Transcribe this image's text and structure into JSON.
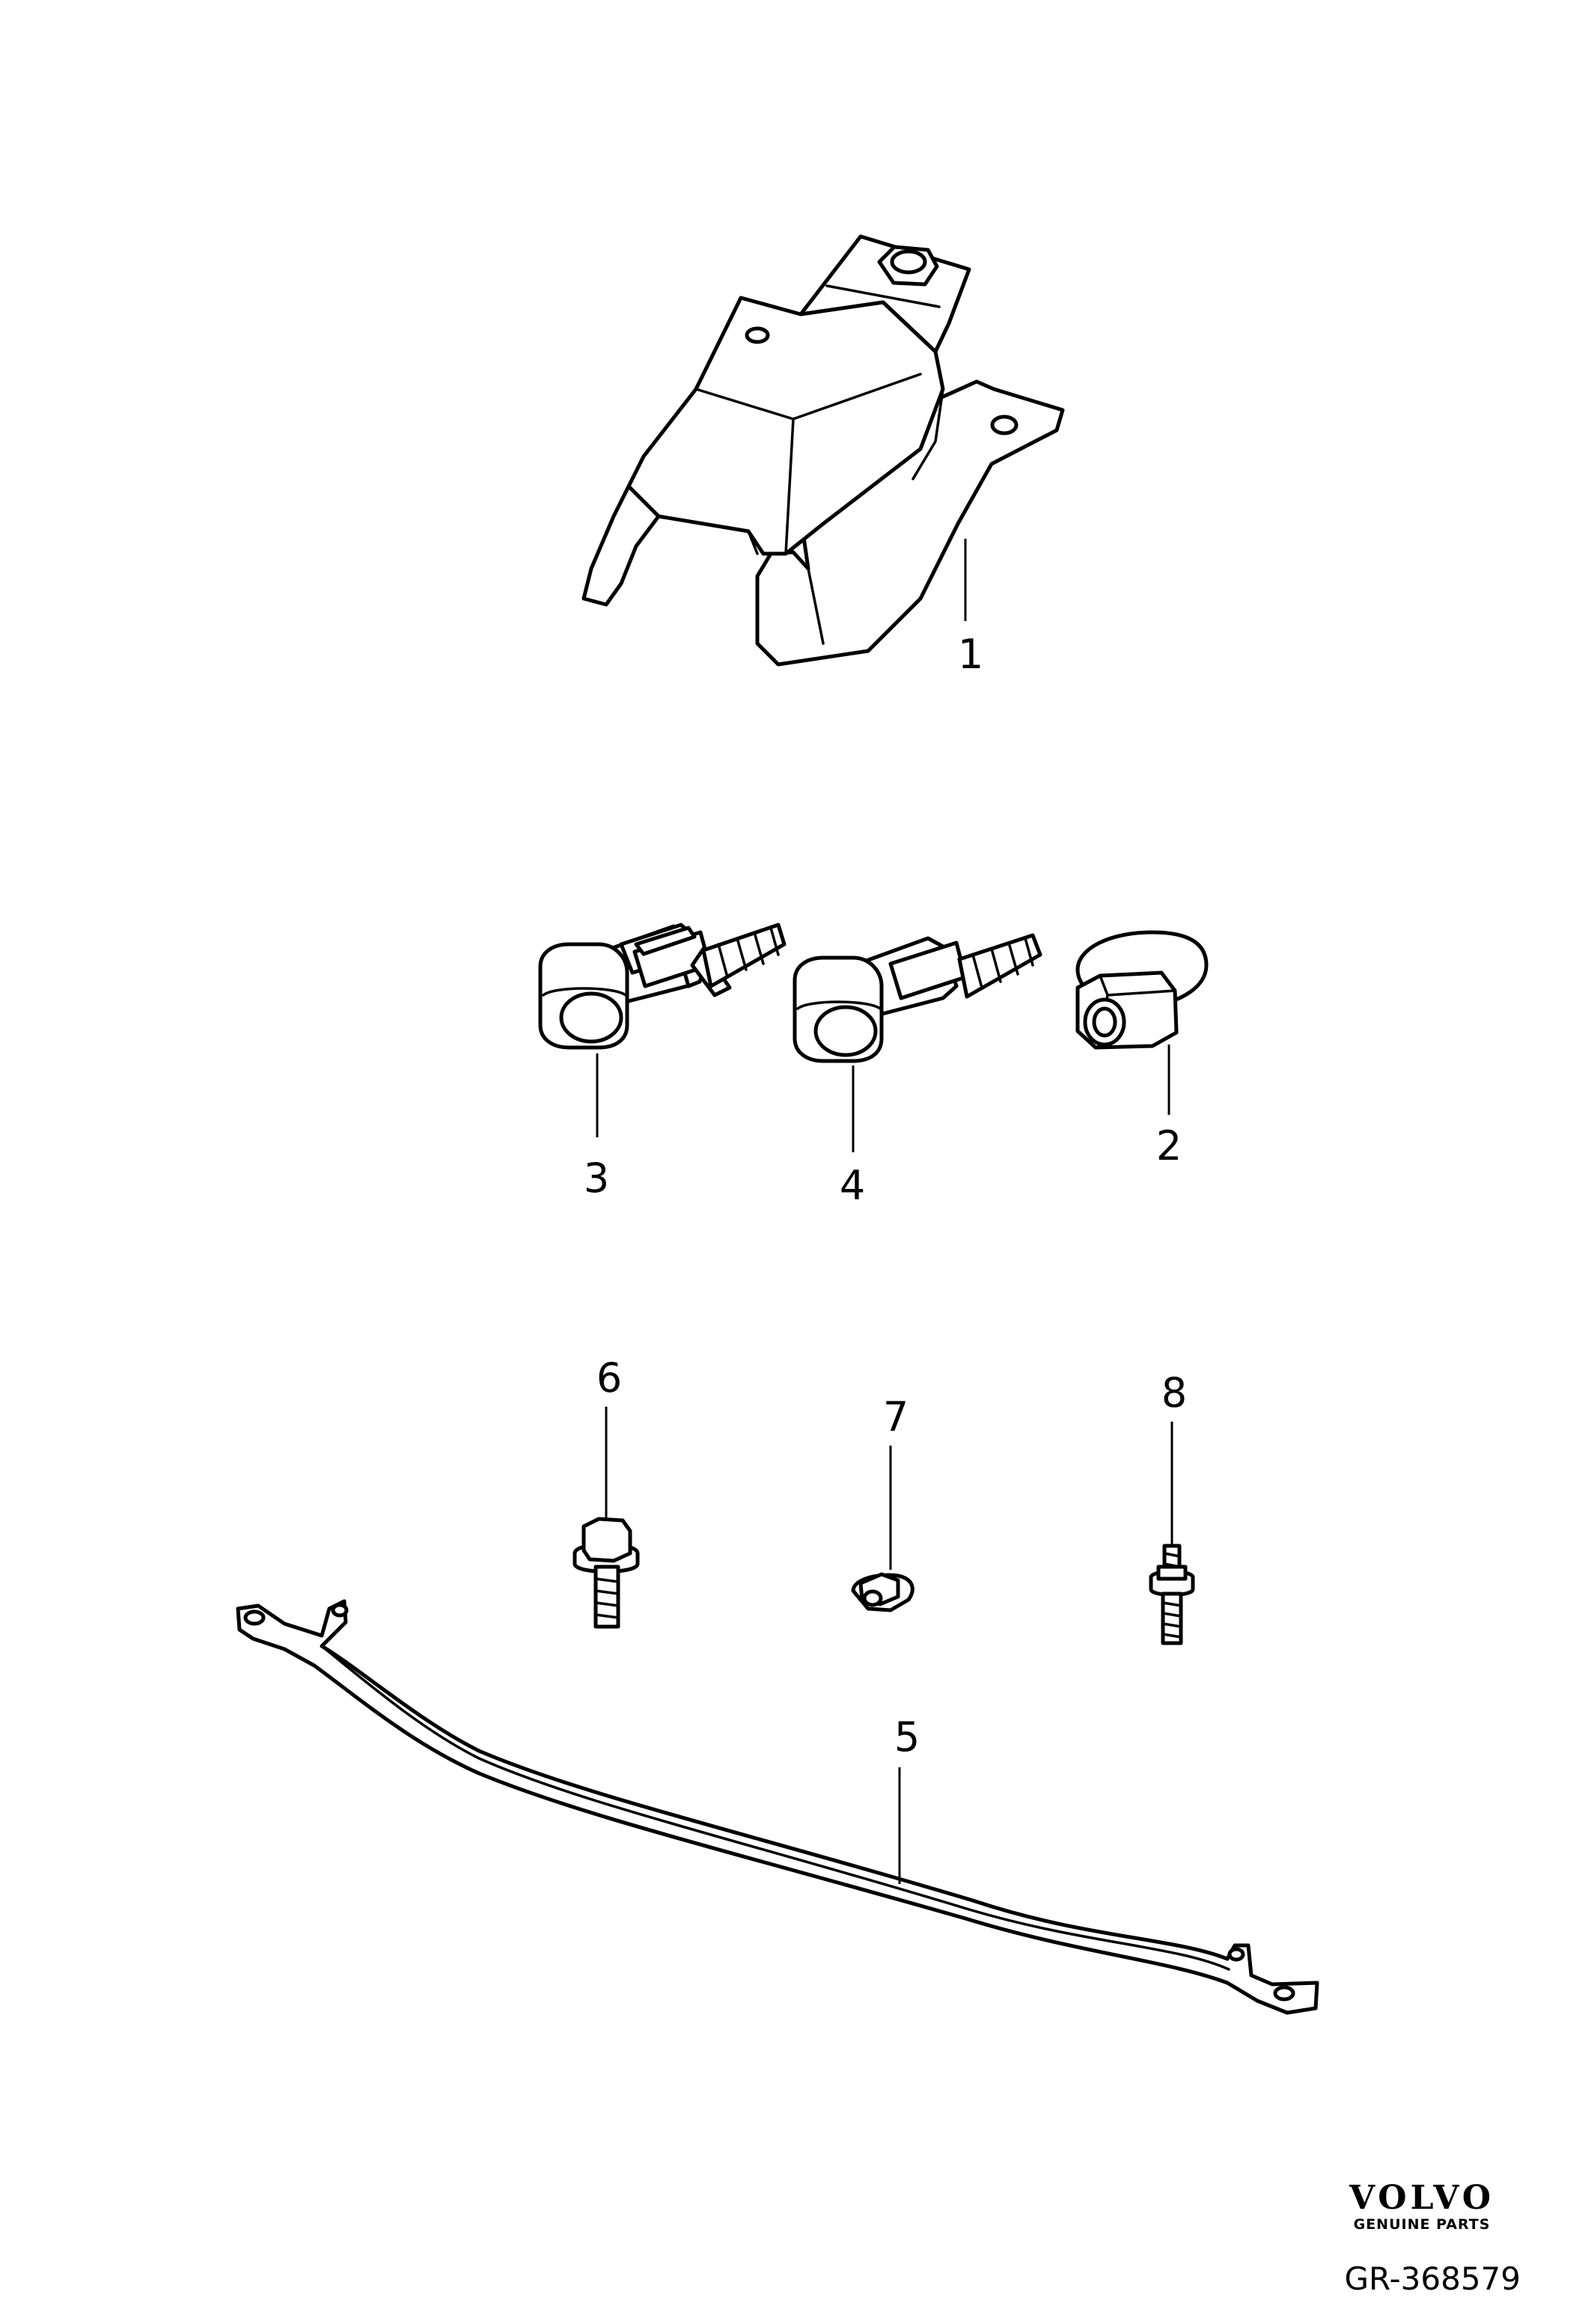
{
  "callouts": [
    {
      "id": "1",
      "label": "1"
    },
    {
      "id": "2",
      "label": "2"
    },
    {
      "id": "3",
      "label": "3"
    },
    {
      "id": "4",
      "label": "4"
    },
    {
      "id": "5",
      "label": "5"
    },
    {
      "id": "6",
      "label": "6"
    },
    {
      "id": "7",
      "label": "7"
    },
    {
      "id": "8",
      "label": "8"
    }
  ],
  "logo": {
    "brand": "VOLVO",
    "subtitle": "GENUINE PARTS"
  },
  "reference_code": "GR-368579"
}
